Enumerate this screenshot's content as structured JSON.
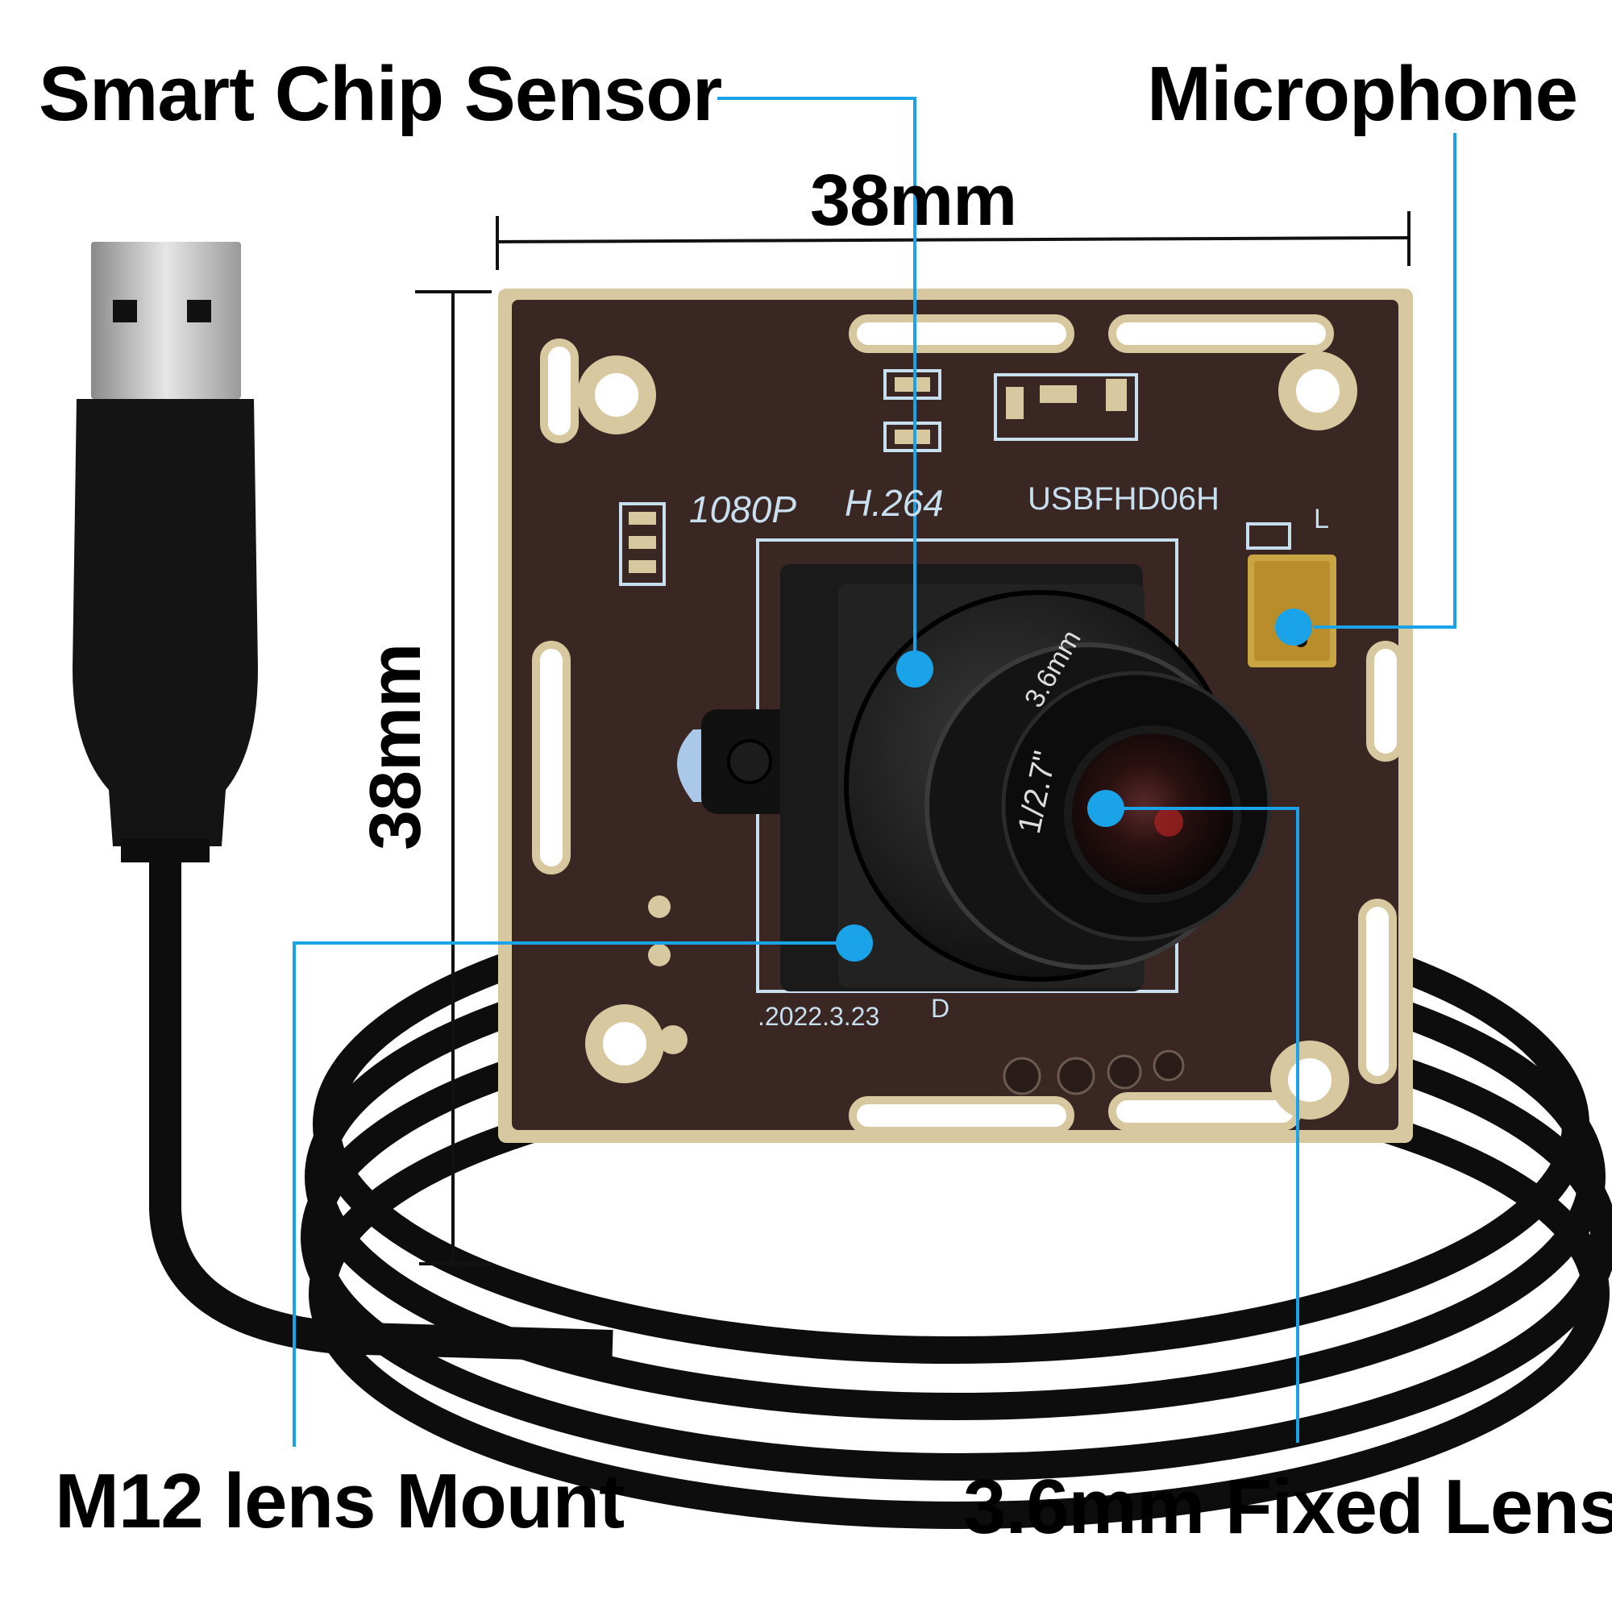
{
  "callouts": {
    "sensor": "Smart Chip Sensor",
    "microphone": "Microphone",
    "mount": "M12 lens Mount",
    "lens": "3.6mm Fixed Lens"
  },
  "dimensions": {
    "width": "38mm",
    "height": "38mm"
  },
  "board_print": {
    "resolution": "1080P",
    "codec": "H.264",
    "model": "USBFHD06H",
    "date": ".2022.3.23",
    "rev": "D",
    "mic_marker": "L",
    "lens_ring": "1/2.7\"",
    "lens_focal": "3.6mm"
  },
  "colors": {
    "leader_line": "#1aa3e8",
    "pcb": "#3a2622",
    "pad_gold": "#d8c8a0",
    "cable": "#0d0d0d"
  }
}
